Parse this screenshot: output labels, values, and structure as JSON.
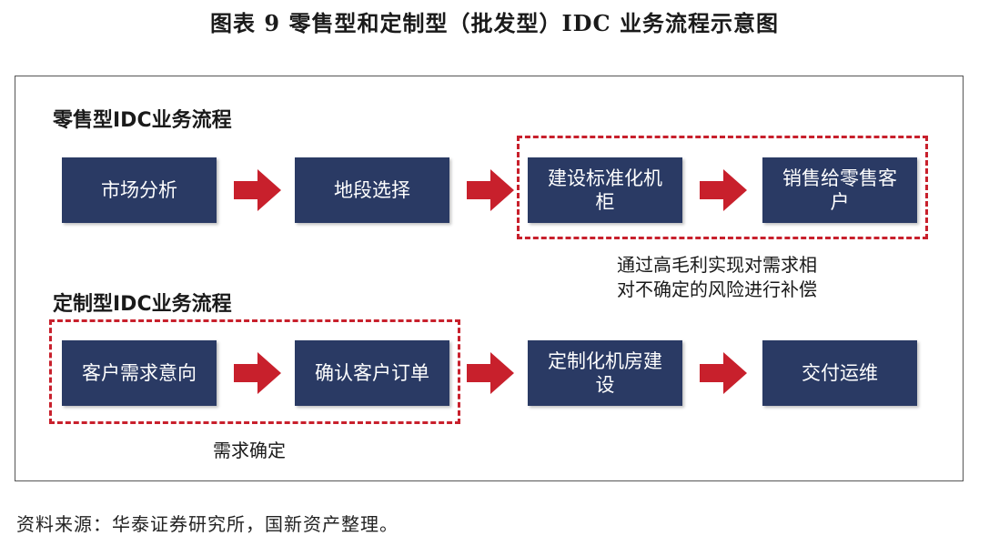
{
  "title": "图表 9  零售型和定制型（批发型）IDC 业务流程示意图",
  "retail": {
    "section_title": "零售型IDC业务流程",
    "steps": [
      "市场分析",
      "地段选择",
      "建设标准化机柜",
      "销售给零售客户"
    ],
    "note_line1": "通过高毛利实现对需求相",
    "note_line2": "对不确定的风险进行补偿"
  },
  "custom": {
    "section_title": "定制型IDC业务流程",
    "steps": [
      "客户需求意向",
      "确认客户订单",
      "定制化机房建设",
      "交付运维"
    ],
    "note": "需求确定"
  },
  "source": "资料来源：华泰证券研究所，国新资产整理。",
  "colors": {
    "box": "#2a3a64",
    "arrow": "#c8202c",
    "dash": "#c8202c"
  }
}
